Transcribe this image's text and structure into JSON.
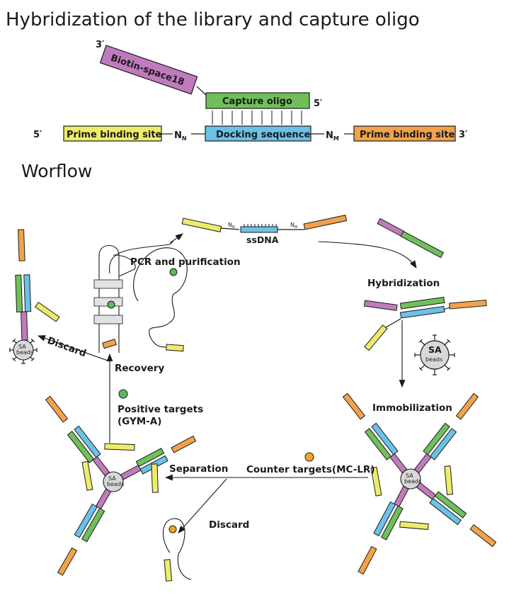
{
  "titles": {
    "hybridization": "Hybridization of the library and capture oligo",
    "workflow": "Worflow"
  },
  "top_diagram": {
    "biotin": "Biotin-space18",
    "capture": "Capture oligo",
    "prime_left": "Prime binding site",
    "docking": "Docking sequence",
    "prime_right": "Prime binding site",
    "three_prime": "3′",
    "five_prime": "5′",
    "n_n": "N",
    "n_n_sub": "N",
    "n_m": "N",
    "n_m_sub": "M"
  },
  "workflow_labels": {
    "ssdna": "ssDNA",
    "pcr": "PCR and purification",
    "hybridization": "Hybridization",
    "sa_beads_1": "SA",
    "sa_beads_2": "beads",
    "immobilization": "Immobilization",
    "counter": "Counter targets(MC-LR)",
    "separation": "Separation",
    "discard_bottom": "Discard",
    "positive_1": "Positive targets",
    "positive_2": "(GYM-A)",
    "recovery": "Recovery",
    "discard_left": "Discard",
    "bead_small_1": "SA",
    "bead_small_2": "beads"
  },
  "colors": {
    "purple": "#c07bbd",
    "green": "#70bf5a",
    "blue": "#6cc1e6",
    "yellow": "#ecec6a",
    "orange": "#f2a24a",
    "bead": "#d8d8d8",
    "target_green": "#5cb85c",
    "target_orange": "#f5a623"
  }
}
